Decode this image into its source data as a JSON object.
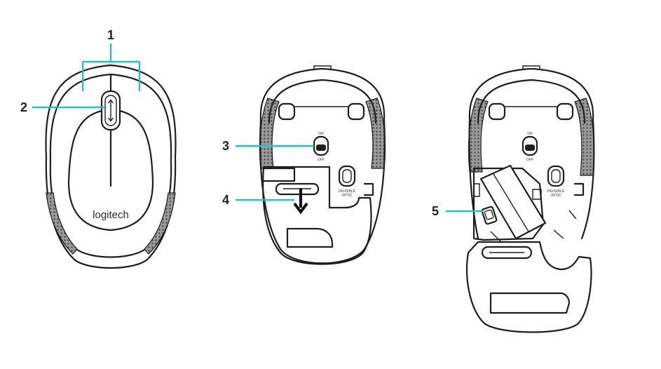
{
  "callouts": {
    "c1": "1",
    "c2": "2",
    "c3": "3",
    "c4": "4",
    "c5": "5"
  },
  "brand": "logitech",
  "switch": {
    "on": "ON",
    "off": "OFF"
  },
  "sensor": {
    "line1": "INVISIBLE",
    "line2": "OPTIC"
  },
  "colors": {
    "callout": "#22c1bd",
    "line": "#1e1e1e"
  }
}
